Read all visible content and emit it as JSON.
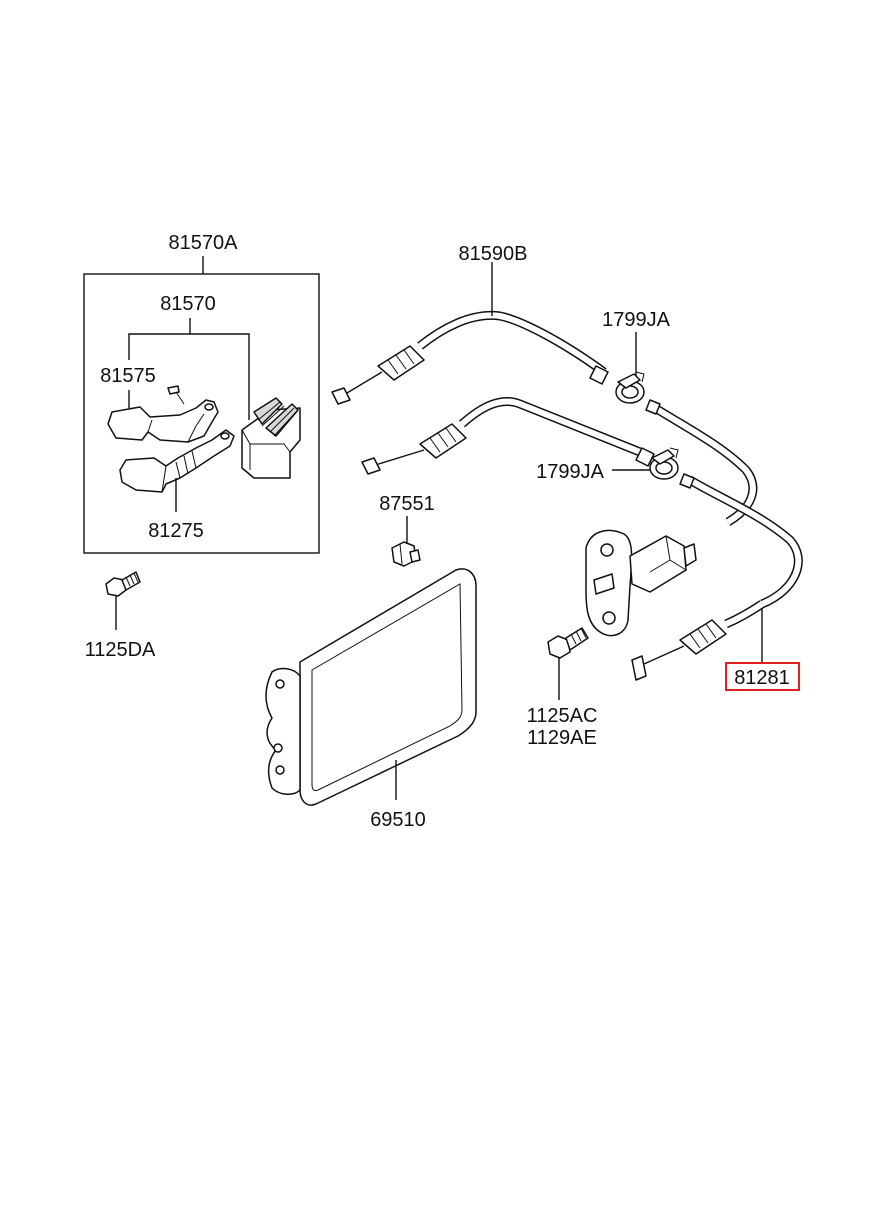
{
  "labels": {
    "assembly": "81570A",
    "latch": "81570",
    "lever": "81575",
    "opener_lever": "81275",
    "bolt_left": "1125DA",
    "cable_main": "81590B",
    "clip_upper": "1799JA",
    "clip_lower": "1799JA",
    "bumper": "87551",
    "bolt_right_1": "1125AC",
    "bolt_right_2": "1129AE",
    "fuel_door": "69510",
    "cable_highlight": "81281"
  },
  "colors": {
    "highlight": "#e02020",
    "line": "#111111"
  }
}
